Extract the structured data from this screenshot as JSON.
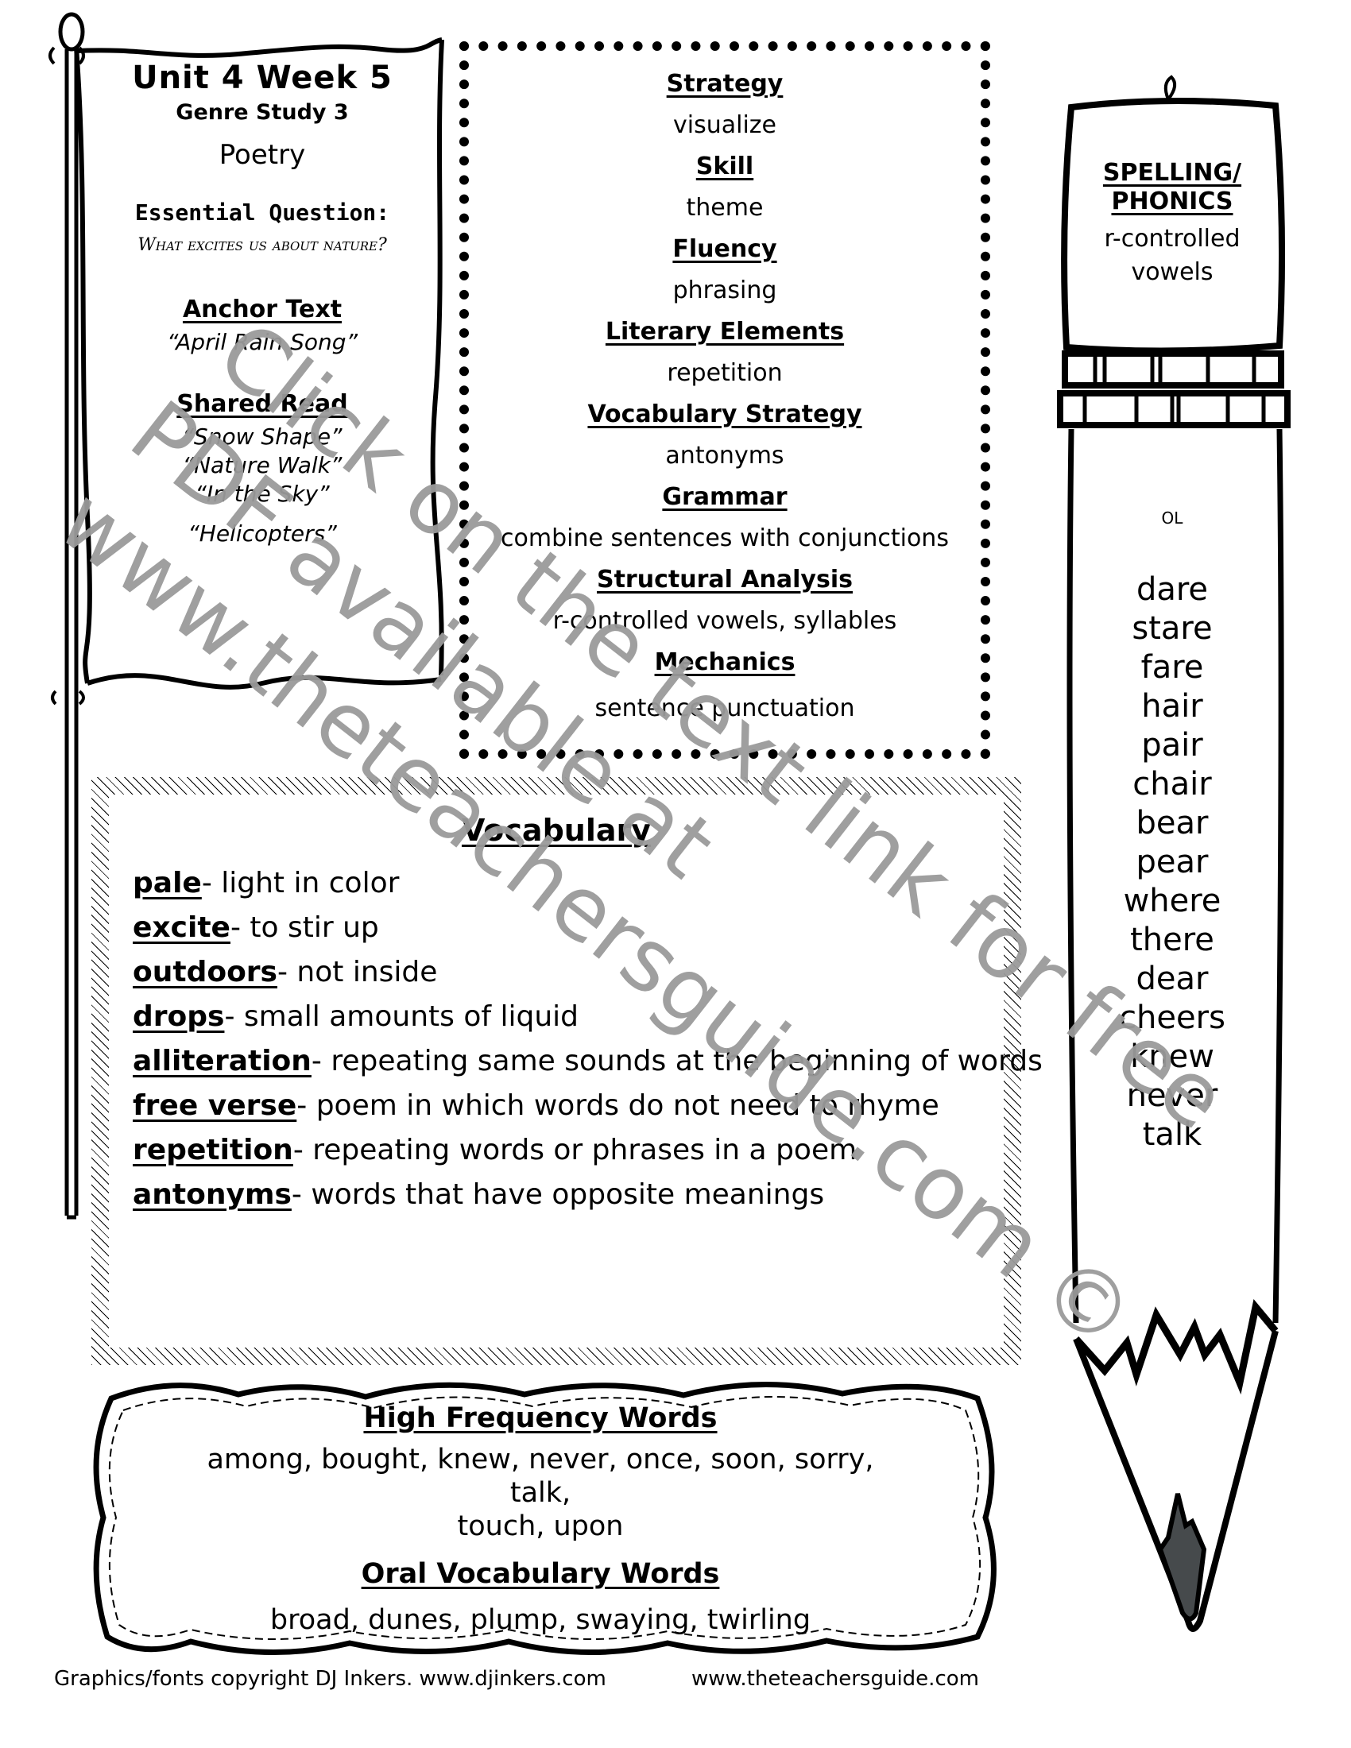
{
  "flag": {
    "title": "Unit 4 Week 5",
    "genre_study": "Genre Study 3",
    "genre": "Poetry",
    "essential_question_label": "Essential Question:",
    "essential_question": "What excites us about nature?",
    "anchor_text_heading": "Anchor Text",
    "anchor_text": "“April Rain Song”",
    "shared_read_heading": "Shared Read",
    "shared_reads": [
      "“Snow Shape”",
      "“Nature Walk”",
      "“In the Sky”",
      "“Helicopters”"
    ]
  },
  "skills": [
    {
      "heading": "Strategy",
      "value": "visualize"
    },
    {
      "heading": "Skill",
      "value": "theme"
    },
    {
      "heading": "Fluency",
      "value": "phrasing"
    },
    {
      "heading": "Literary Elements",
      "value": "repetition"
    },
    {
      "heading": "Vocabulary Strategy",
      "value": "antonyms"
    },
    {
      "heading": "Grammar",
      "value": "combine sentences with conjunctions"
    },
    {
      "heading": "Structural Analysis",
      "value": "r-controlled vowels, syllables"
    },
    {
      "heading": "Mechanics",
      "value": "sentence punctuation"
    }
  ],
  "vocabulary": {
    "title": "Vocabulary",
    "items": [
      {
        "term": "pale",
        "definition": "-  light in color"
      },
      {
        "term": "excite",
        "definition": "- to stir up"
      },
      {
        "term": "outdoors",
        "definition": "- not inside"
      },
      {
        "term": "drops",
        "definition": "- small amounts of liquid"
      },
      {
        "term": "alliteration",
        "definition": "- repeating same sounds at the beginning of words"
      },
      {
        "term": "free verse",
        "definition": "- poem in which words do not need to rhyme"
      },
      {
        "term": "repetition",
        "definition": "- repeating words or phrases in a poem"
      },
      {
        "term": "antonyms",
        "definition": "- words that have opposite meanings"
      }
    ]
  },
  "high_frequency": {
    "heading": "High Frequency Words",
    "words_line1": "among, bought, knew, never, once, soon, sorry, talk,",
    "words_line2": "touch, upon"
  },
  "oral_vocabulary": {
    "heading": "Oral Vocabulary Words",
    "words": "broad, dunes, plump, swaying, twirling"
  },
  "spelling": {
    "heading_line1": "SPELLING/",
    "heading_line2": "PHONICS",
    "focus_line1": "r-controlled",
    "focus_line2": "vowels",
    "level": "OL",
    "words": [
      "dare",
      "stare",
      "fare",
      "hair",
      "pair",
      "chair",
      "bear",
      "pear",
      "where",
      "there",
      "dear",
      "cheers",
      "knew",
      "never",
      "talk"
    ]
  },
  "footer": {
    "credit": "Graphics/fonts copyright DJ Inkers. www.djinkers.com",
    "site": "www.theteachersguide.com"
  },
  "watermark": {
    "line1": "Click on the text link for free",
    "line2": "PDF available at",
    "line3": "www.theteachersguide.com ©",
    "color": "#9a9a9a"
  },
  "colors": {
    "ink": "#000000",
    "pencil_lead": "#464a4c",
    "background": "#ffffff"
  }
}
